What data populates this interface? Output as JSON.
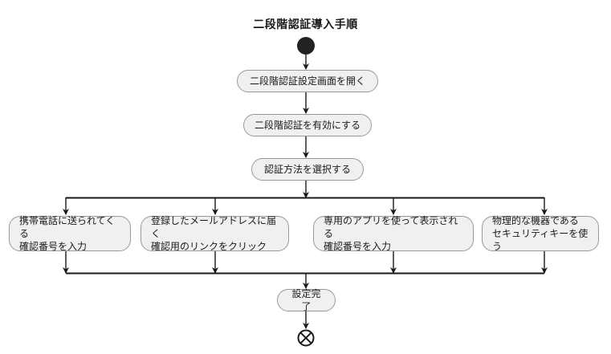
{
  "diagram": {
    "title": "二段階認証導入手順",
    "type": "activity-flowchart",
    "colors": {
      "node_fill": "#f0f0f0",
      "node_border": "#999999",
      "edge": "#1a1a1a",
      "marker": "#222222",
      "background": "#ffffff"
    },
    "start_node": {
      "name": "start-node",
      "shape": "filled-circle"
    },
    "end_node": {
      "name": "end-node",
      "shape": "circled-cross"
    },
    "steps": [
      {
        "id": "step-open-settings",
        "label": "二段階認証設定画面を開く"
      },
      {
        "id": "step-enable-2fa",
        "label": "二段階認証を有効にする"
      },
      {
        "id": "step-select-method",
        "label": "認証方法を選択する"
      }
    ],
    "fork": {
      "name": "fork-bar",
      "branch_count": 4
    },
    "branches": [
      {
        "id": "branch-sms",
        "label": "携帯電話に送られてくる\n確認番号を入力"
      },
      {
        "id": "branch-email",
        "label": "登録したメールアドレスに届く\n確認用のリンクをクリック"
      },
      {
        "id": "branch-app",
        "label": "専用のアプリを使って表示される\n確認番号を入力"
      },
      {
        "id": "branch-security-key",
        "label": "物理的な機器である\nセキュリティキーを使う"
      }
    ],
    "join": {
      "name": "join-bar"
    },
    "final_step": {
      "id": "step-complete",
      "label": "設定完了"
    }
  }
}
